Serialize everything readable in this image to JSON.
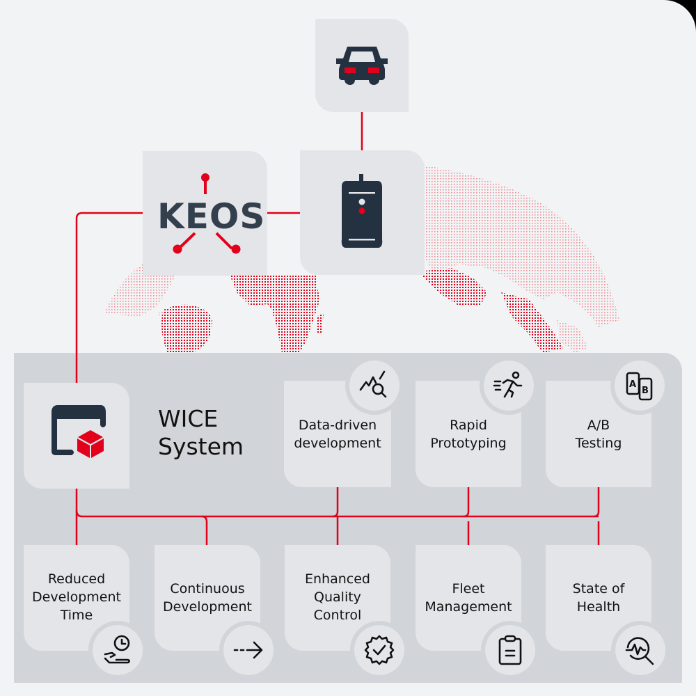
{
  "colors": {
    "background": "#f2f3f5",
    "tile": "#e4e5e9",
    "panel": "#d1d4d8",
    "accent_red": "#e2001a",
    "icon_dark": "#233140",
    "text": "#111111"
  },
  "top_nodes": {
    "vehicle": {
      "icon": "car-icon"
    },
    "keos": {
      "label": "KEOS",
      "icon": "network-node-icon"
    },
    "logger": {
      "icon": "data-logger-device-icon"
    }
  },
  "wice": {
    "title": "WICE\nSystem",
    "icon": "browser-window-cube-icon"
  },
  "capabilities": [
    {
      "label": "Data-driven\ndevelopment",
      "icon": "chart-search-icon"
    },
    {
      "label": "Rapid\nPrototyping",
      "icon": "running-person-icon"
    },
    {
      "label": "A/B\nTesting",
      "icon": "ab-test-icon"
    }
  ],
  "benefits": [
    {
      "label": "Reduced\nDevelopment\nTime",
      "icon": "hand-clock-icon"
    },
    {
      "label": "Continuous\nDevelopment",
      "icon": "dashed-arrow-icon"
    },
    {
      "label": "Enhanced\nQuality\nControl",
      "icon": "badge-check-icon"
    },
    {
      "label": "Fleet\nManagement",
      "icon": "clipboard-icon"
    },
    {
      "label": "State of\nHealth",
      "icon": "health-search-icon"
    }
  ]
}
